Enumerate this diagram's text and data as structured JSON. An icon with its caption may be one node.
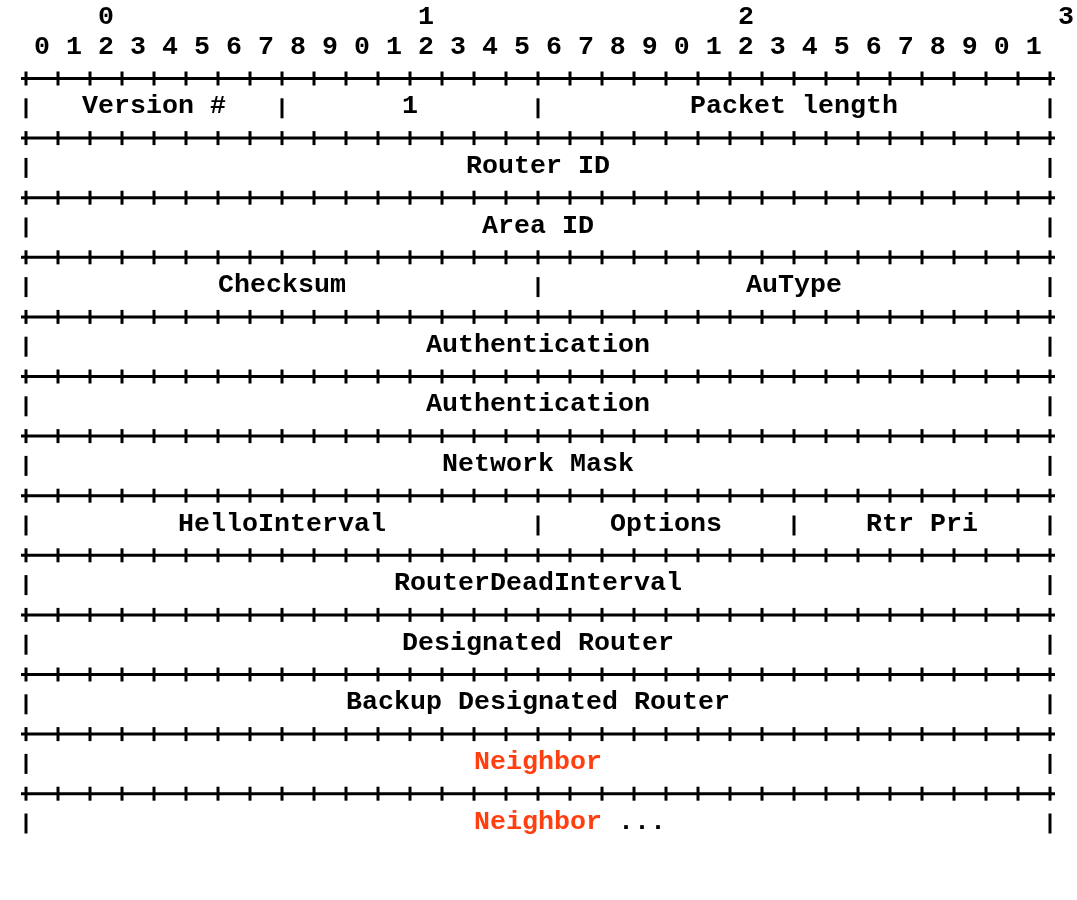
{
  "diagram": {
    "nodes": [
      {
        "text": [
          "Version #"
        ]
      },
      {
        "text": [
          "1"
        ]
      },
      {
        "text": [
          "Packet length"
        ]
      },
      {
        "text": [
          "Router ID"
        ]
      },
      {
        "text": [
          "Area ID"
        ]
      },
      {
        "text": [
          "Checksum"
        ]
      },
      {
        "text": [
          "AuType"
        ]
      },
      {
        "text": [
          "Authentication"
        ]
      },
      {
        "text": [
          "Authentication"
        ]
      },
      {
        "text": [
          "Network Mask"
        ]
      },
      {
        "text": [
          "HelloInterval"
        ]
      },
      {
        "text": [
          "Options"
        ]
      },
      {
        "text": [
          "Rtr Pri"
        ]
      },
      {
        "text": [
          "RouterDeadInterval"
        ]
      },
      {
        "text": [
          "Designated Router"
        ]
      },
      {
        "text": [
          "Backup Designated Router"
        ]
      },
      {
        "text": [
          "Neighbor"
        ]
      },
      {
        "text": [
          "Neighbor"
        ],
        "beside": [
          "..."
        ]
      }
    ],
    "labels": [
      "0",
      "1",
      "2",
      "3",
      "0 1 2 3 4 5 6 7 8 9 0 1 2 3 4 5 6 7 8 9 0 1 2 3 4 5 6 7 8 9 0 1"
    ]
  }
}
